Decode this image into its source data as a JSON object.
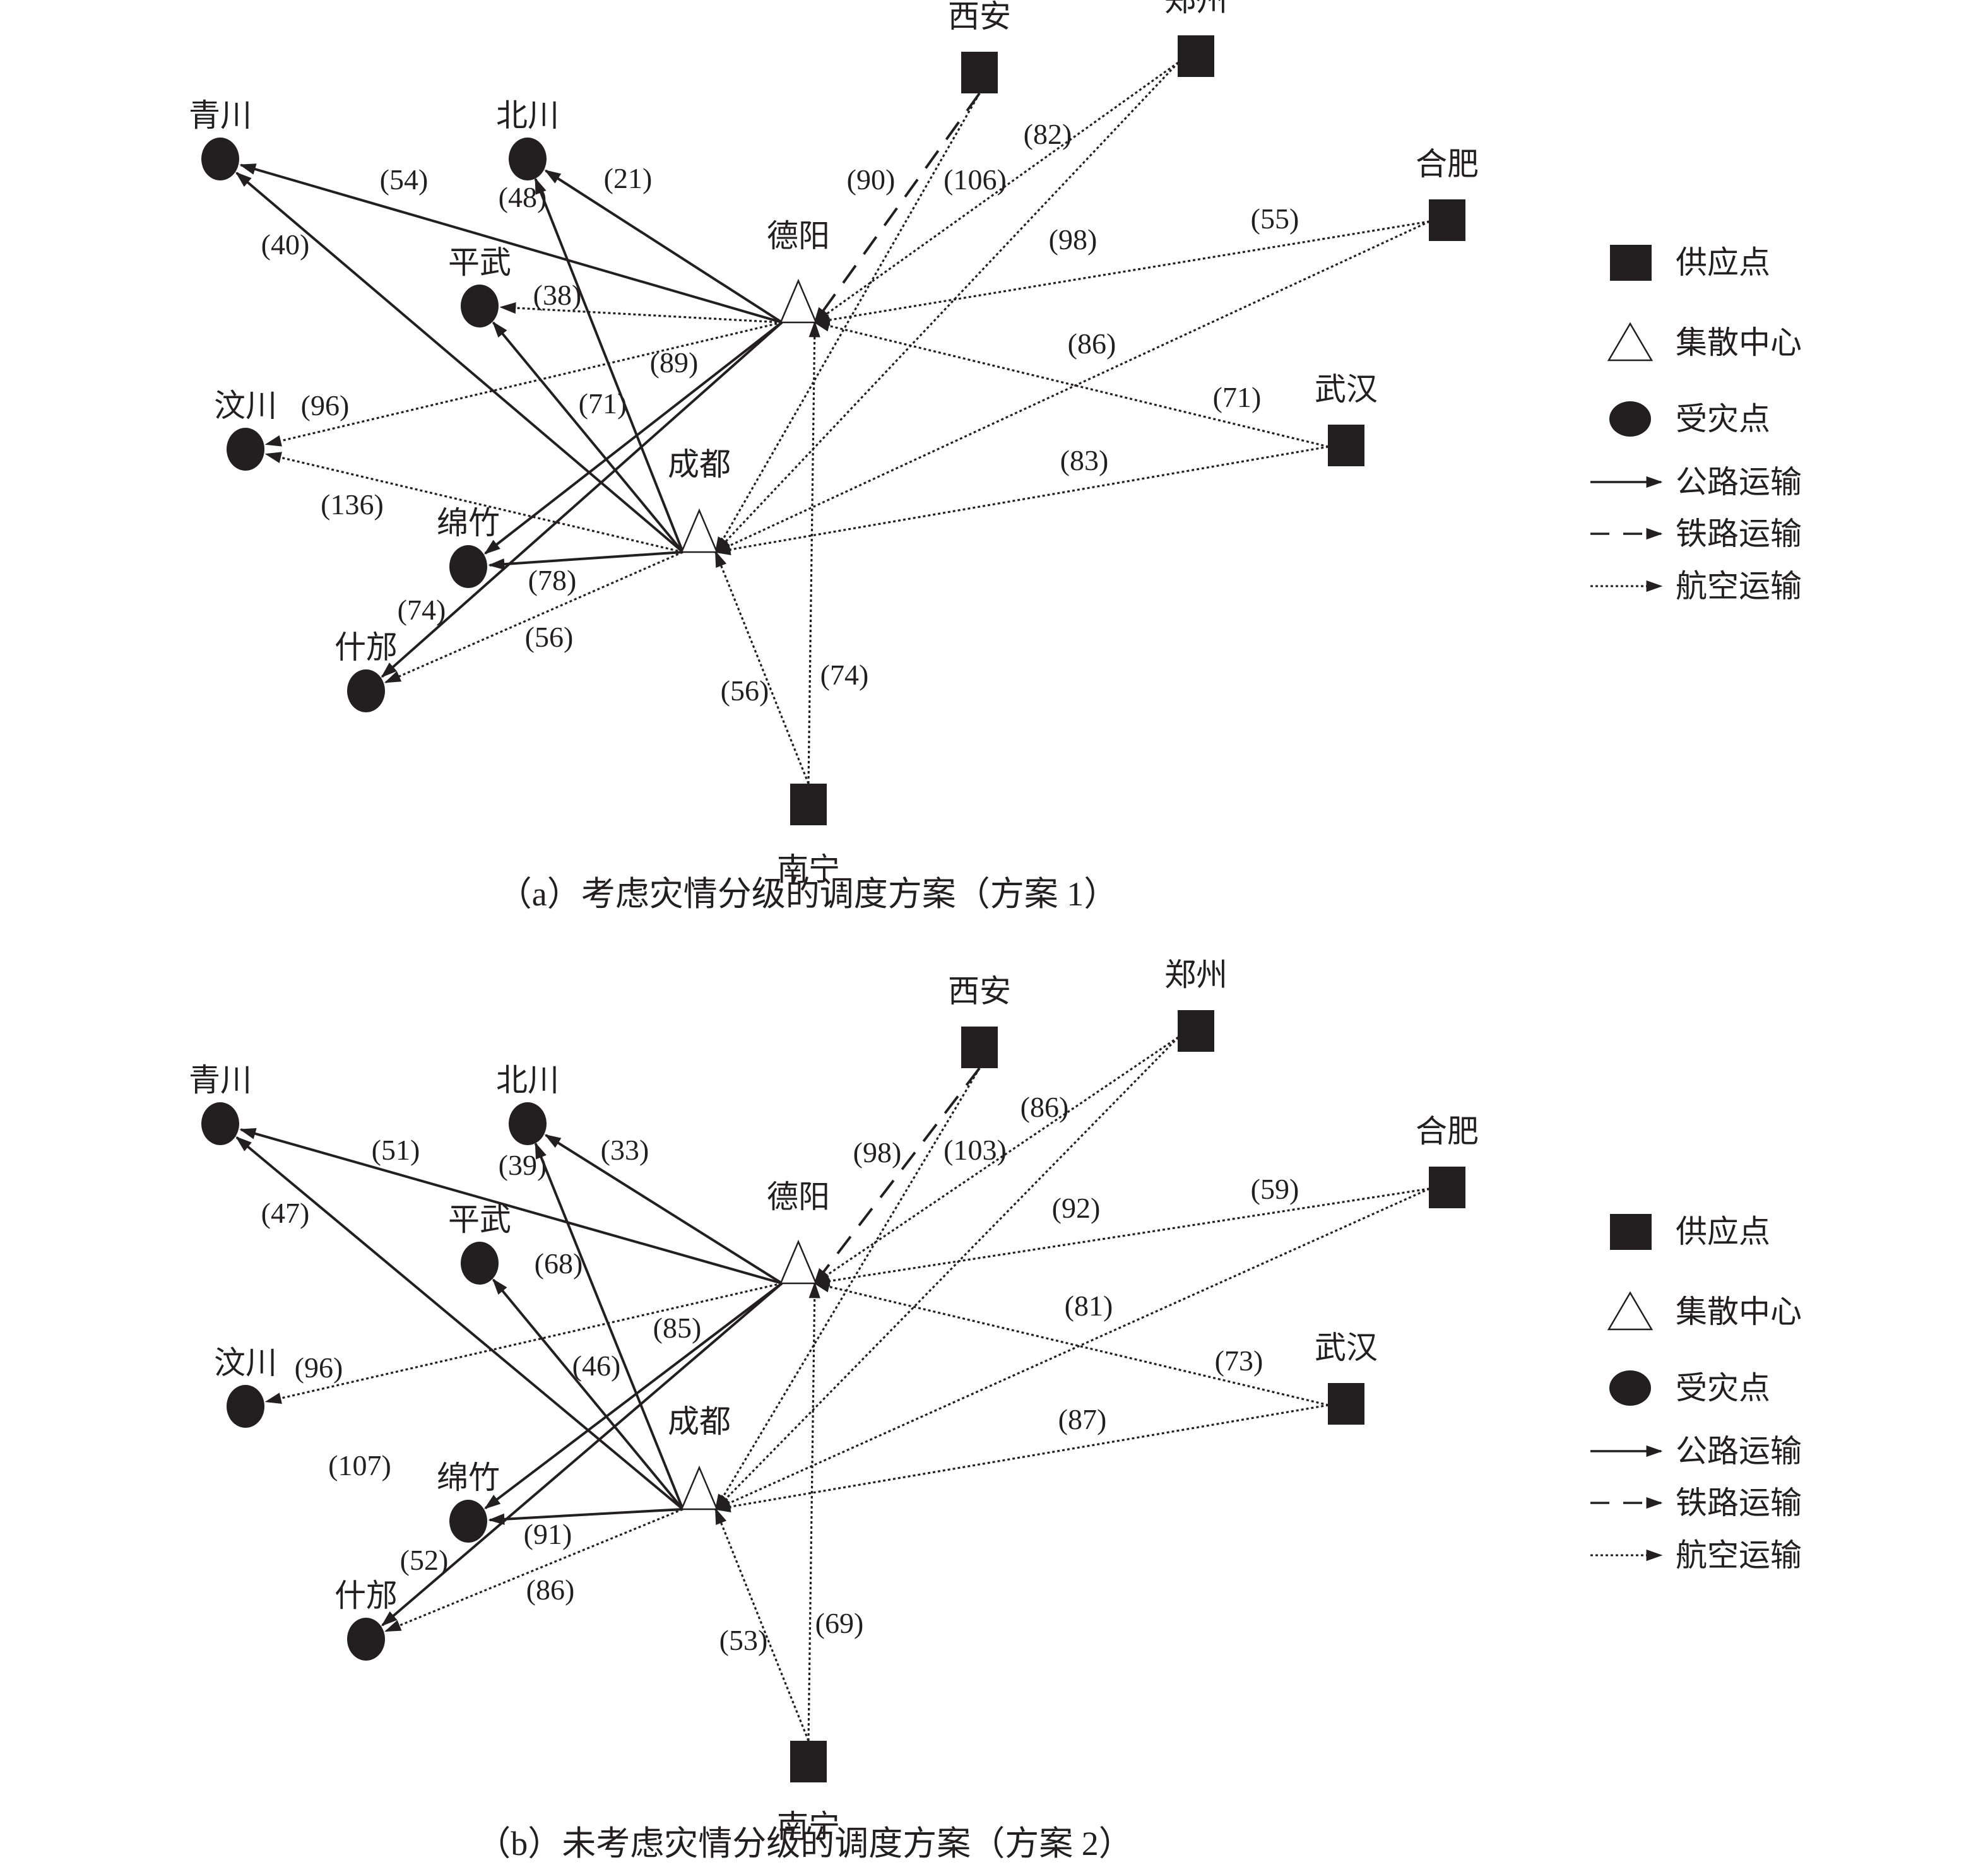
{
  "figure": {
    "legend": {
      "items": [
        {
          "key": "supply",
          "symbol": "square",
          "label": "供应点"
        },
        {
          "key": "hub",
          "symbol": "triangle",
          "label": "集散中心"
        },
        {
          "key": "demand",
          "symbol": "circle",
          "label": "受灾点"
        },
        {
          "key": "road",
          "symbol": "solid-arrow",
          "label": "公路运输"
        },
        {
          "key": "rail",
          "symbol": "dashed-arrow",
          "label": "铁路运输"
        },
        {
          "key": "air",
          "symbol": "dotted-arrow",
          "label": "航空运输"
        }
      ]
    },
    "nodes": {
      "xian": {
        "name": "西安",
        "type": "supply"
      },
      "zhengzhou": {
        "name": "郑州",
        "type": "supply"
      },
      "hefei": {
        "name": "合肥",
        "type": "supply"
      },
      "wuhan": {
        "name": "武汉",
        "type": "supply"
      },
      "nanning": {
        "name": "南宁",
        "type": "supply"
      },
      "deyang": {
        "name": "德阳",
        "type": "hub"
      },
      "chengdu": {
        "name": "成都",
        "type": "hub"
      },
      "qingchuan": {
        "name": "青川",
        "type": "demand"
      },
      "beichuan": {
        "name": "北川",
        "type": "demand"
      },
      "pingwu": {
        "name": "平武",
        "type": "demand"
      },
      "wenchuan": {
        "name": "汶川",
        "type": "demand"
      },
      "mianzhu": {
        "name": "绵竹",
        "type": "demand"
      },
      "shifang": {
        "name": "什邡",
        "type": "demand"
      }
    },
    "panels": [
      {
        "id": "a",
        "caption": "（a）考虑灾情分级的调度方案（方案 1）",
        "edges": [
          {
            "from": "xian",
            "to": "deyang",
            "mode": "rail",
            "value": "(90)"
          },
          {
            "from": "xian",
            "to": "chengdu",
            "mode": "air",
            "value": "(106)"
          },
          {
            "from": "zhengzhou",
            "to": "deyang",
            "mode": "air",
            "value": "(82)"
          },
          {
            "from": "zhengzhou",
            "to": "chengdu",
            "mode": "air",
            "value": "(98)"
          },
          {
            "from": "hefei",
            "to": "deyang",
            "mode": "air",
            "value": "(55)"
          },
          {
            "from": "hefei",
            "to": "chengdu",
            "mode": "air",
            "value": "(86)"
          },
          {
            "from": "wuhan",
            "to": "deyang",
            "mode": "air",
            "value": "(71)"
          },
          {
            "from": "wuhan",
            "to": "chengdu",
            "mode": "air",
            "value": "(83)"
          },
          {
            "from": "nanning",
            "to": "chengdu",
            "mode": "air",
            "value": "(56)"
          },
          {
            "from": "nanning",
            "to": "deyang",
            "mode": "air",
            "value": "(74)"
          },
          {
            "from": "deyang",
            "to": "qingchuan",
            "mode": "road",
            "value": "(54)"
          },
          {
            "from": "deyang",
            "to": "beichuan",
            "mode": "road",
            "value": "(21)"
          },
          {
            "from": "deyang",
            "to": "pingwu",
            "mode": "air",
            "value": "(38)"
          },
          {
            "from": "deyang",
            "to": "wenchuan",
            "mode": "air",
            "value": "(96)"
          },
          {
            "from": "deyang",
            "to": "mianzhu",
            "mode": "road",
            "value": "(89)"
          },
          {
            "from": "deyang",
            "to": "shifang",
            "mode": "road",
            "value": "(74)"
          },
          {
            "from": "chengdu",
            "to": "qingchuan",
            "mode": "road",
            "value": "(40)"
          },
          {
            "from": "chengdu",
            "to": "beichuan",
            "mode": "road",
            "value": "(48)"
          },
          {
            "from": "chengdu",
            "to": "pingwu",
            "mode": "road",
            "value": "(71)"
          },
          {
            "from": "chengdu",
            "to": "wenchuan",
            "mode": "air",
            "value": "(136)"
          },
          {
            "from": "chengdu",
            "to": "mianzhu",
            "mode": "road",
            "value": "(78)"
          },
          {
            "from": "chengdu",
            "to": "shifang",
            "mode": "air",
            "value": "(56)"
          }
        ],
        "free_labels": []
      },
      {
        "id": "b",
        "caption": "（b）未考虑灾情分级的调度方案（方案 2）",
        "edges": [
          {
            "from": "xian",
            "to": "deyang",
            "mode": "rail",
            "value": "(98)"
          },
          {
            "from": "xian",
            "to": "chengdu",
            "mode": "air",
            "value": "(103)"
          },
          {
            "from": "zhengzhou",
            "to": "deyang",
            "mode": "air",
            "value": "(86)"
          },
          {
            "from": "zhengzhou",
            "to": "chengdu",
            "mode": "air",
            "value": "(92)"
          },
          {
            "from": "hefei",
            "to": "deyang",
            "mode": "air",
            "value": "(59)"
          },
          {
            "from": "hefei",
            "to": "chengdu",
            "mode": "air",
            "value": "(81)"
          },
          {
            "from": "wuhan",
            "to": "deyang",
            "mode": "air",
            "value": "(73)"
          },
          {
            "from": "wuhan",
            "to": "chengdu",
            "mode": "air",
            "value": "(87)"
          },
          {
            "from": "nanning",
            "to": "chengdu",
            "mode": "air",
            "value": "(53)"
          },
          {
            "from": "nanning",
            "to": "deyang",
            "mode": "air",
            "value": "(69)"
          },
          {
            "from": "deyang",
            "to": "qingchuan",
            "mode": "road",
            "value": "(51)"
          },
          {
            "from": "deyang",
            "to": "beichuan",
            "mode": "road",
            "value": "(33)"
          },
          {
            "from": "deyang",
            "to": "wenchuan",
            "mode": "air",
            "value": "(96)"
          },
          {
            "from": "deyang",
            "to": "mianzhu",
            "mode": "road",
            "value": "(85)"
          },
          {
            "from": "deyang",
            "to": "shifang",
            "mode": "road",
            "value": "(52)"
          },
          {
            "from": "chengdu",
            "to": "qingchuan",
            "mode": "road",
            "value": "(47)"
          },
          {
            "from": "chengdu",
            "to": "beichuan",
            "mode": "road",
            "value": "(39)"
          },
          {
            "from": "chengdu",
            "to": "pingwu",
            "mode": "road",
            "value": "(68)"
          },
          {
            "from": "chengdu",
            "to": "mianzhu",
            "mode": "road",
            "value": "(91)"
          },
          {
            "from": "chengdu",
            "to": "shifang",
            "mode": "air",
            "value": "(86)"
          }
        ],
        "free_labels": [
          {
            "text": "(46)",
            "near": "chengdu-beichuan"
          },
          {
            "text": "(107)",
            "near": "wenchuan"
          }
        ]
      }
    ]
  }
}
